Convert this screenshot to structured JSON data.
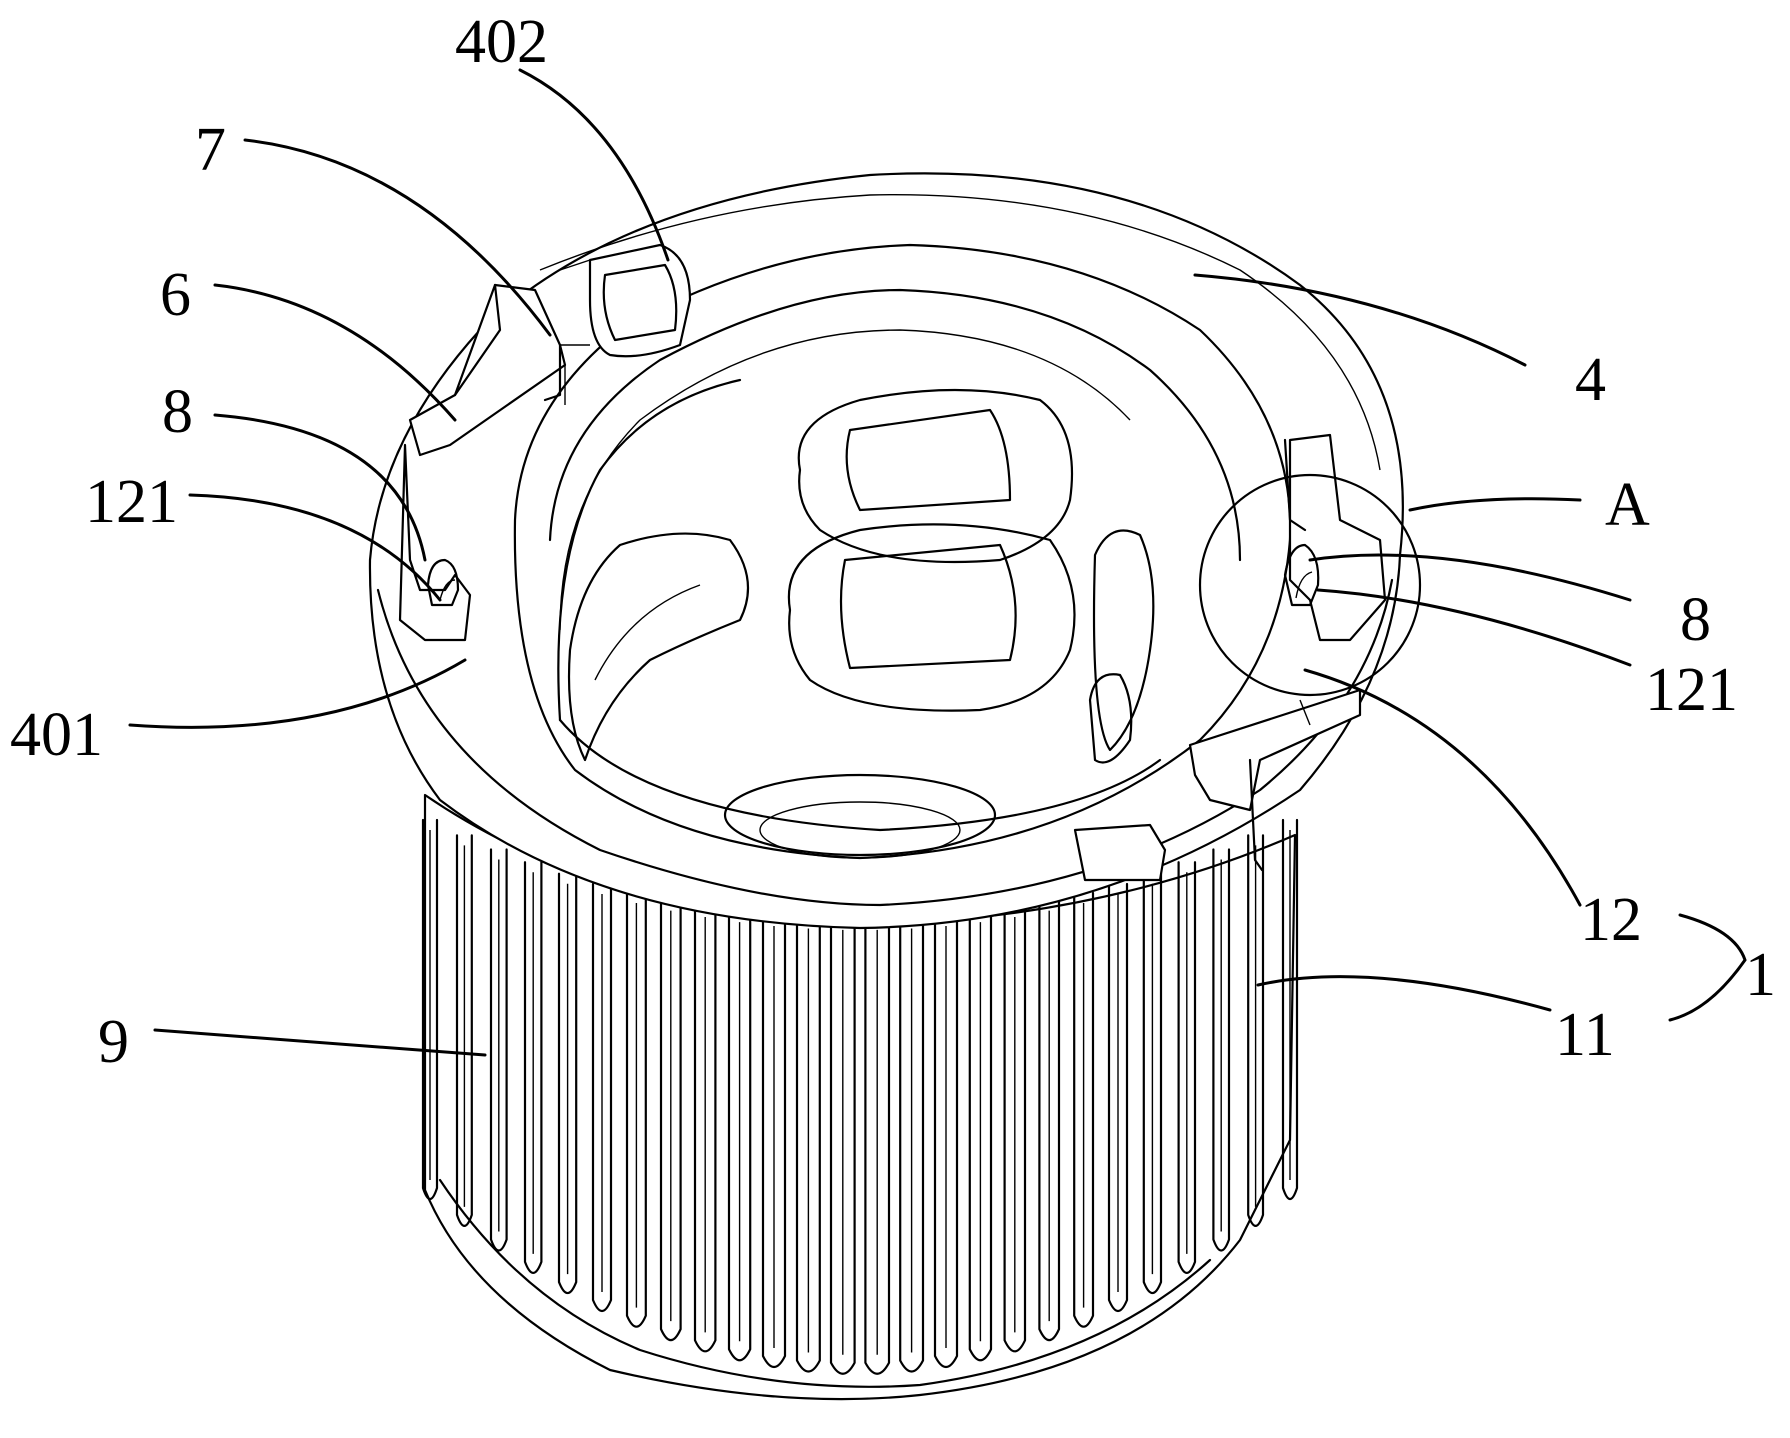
{
  "labels": {
    "l402": "402",
    "l7": "7",
    "l6": "6",
    "l8_left": "8",
    "l121_left": "121",
    "l401": "401",
    "l9": "9",
    "l4": "4",
    "lA": "A",
    "l8_right": "8",
    "l121_right": "121",
    "l12": "12",
    "l11": "11",
    "l1": "1"
  }
}
